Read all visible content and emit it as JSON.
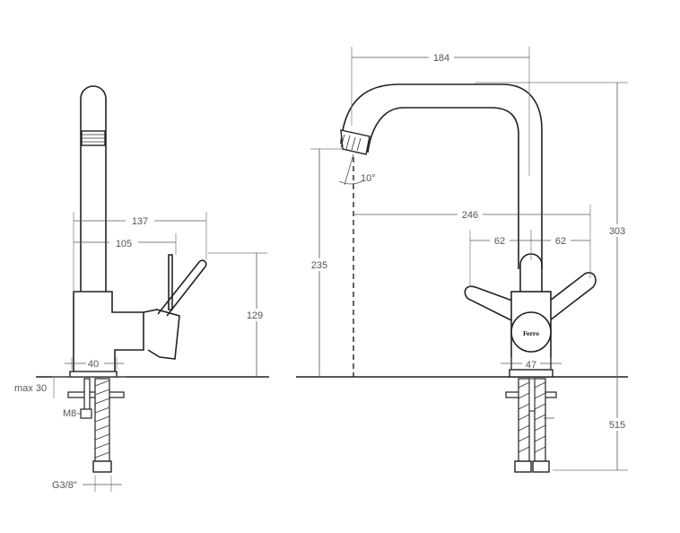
{
  "side_view": {
    "dim_137": "137",
    "dim_105": "105",
    "dim_129": "129",
    "dim_40": "40",
    "dim_max30": "max 30",
    "label_m8": "M8",
    "label_g38": "G3/8\""
  },
  "front_view": {
    "dim_184": "184",
    "dim_303": "303",
    "dim_235": "235",
    "dim_10deg": "10°",
    "dim_246": "246",
    "dim_62_left": "62",
    "dim_62_right": "62",
    "dim_47": "47",
    "dim_515": "515",
    "brand_mark": "Ferro"
  }
}
